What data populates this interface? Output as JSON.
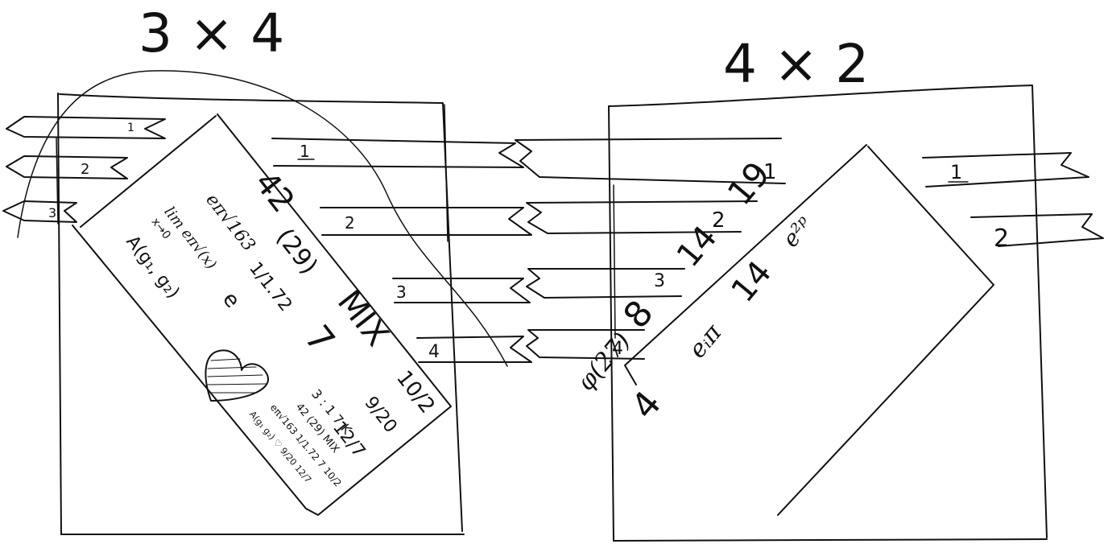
{
  "left": {
    "title": "3 × 4",
    "arrows_left": [
      "1",
      "2",
      "3"
    ],
    "arrows_right": [
      "1",
      "2",
      "3",
      "4"
    ],
    "strip": {
      "col1": [
        "eπ√163",
        "lim eπ√(x)",
        "x→0",
        "A(g₁, g₂)"
      ],
      "col2": [
        "42",
        "(29)",
        "1/1.72",
        "e"
      ],
      "col3": [
        "MIX",
        "7"
      ],
      "col4": [
        "10/2",
        "9/20",
        "12/7"
      ],
      "small_header": "3 : 1  7  K",
      "small_lines": [
        "42  (29)  MIX",
        "eπ√163  1/1.72  7  10/2",
        "A(g₁ g₂)  ♡  9/20  12/7"
      ]
    }
  },
  "right": {
    "title": "4 × 2",
    "arrows_left": [
      "1",
      "2",
      "3",
      "4"
    ],
    "arrows_right": [
      "1",
      "2"
    ],
    "strip": {
      "col1": [
        "19",
        "14",
        "8",
        "φ(27)"
      ],
      "col2": [
        "e²ᵖ",
        "14",
        "eᵢπ",
        "4"
      ]
    }
  }
}
